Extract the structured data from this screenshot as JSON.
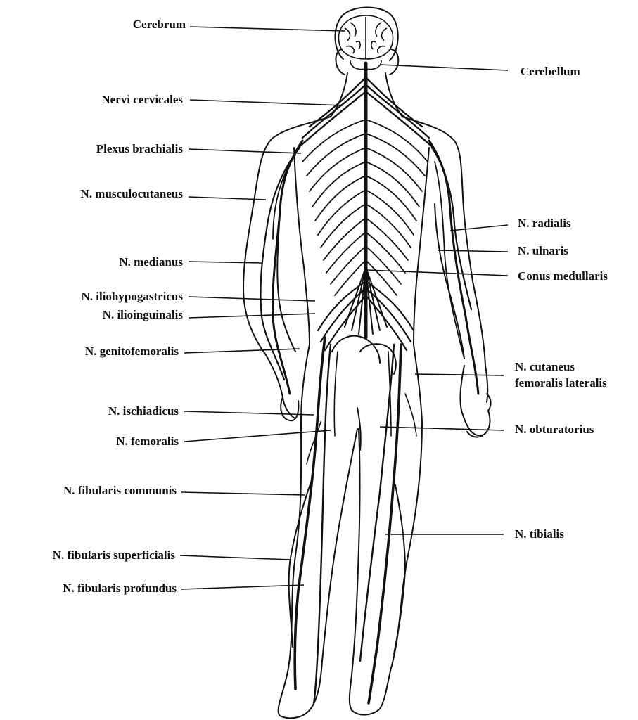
{
  "labels": {
    "cerebrum": "Cerebrum",
    "cerebellum": "Cerebellum",
    "nervi_cervicales": "Nervi cervicales",
    "plexus_brachialis": "Plexus brachialis",
    "musculocutaneus": "N. musculocutaneus",
    "radialis": "N. radialis",
    "ulnaris": "N. ulnaris",
    "medianus": "N. medianus",
    "conus_medullaris": "Conus medullaris",
    "iliohypogastricus": "N. iliohypogastricus",
    "ilioinguinalis": "N. ilioinguinalis",
    "genitofemoralis": "N. genitofemoralis",
    "cutaneus_line1": "N. cutaneus",
    "cutaneus_line2": "femoralis lateralis",
    "ischiadicus": "N. ischiadicus",
    "femoralis": "N. femoralis",
    "obturatorius": "N. obturatorius",
    "fibularis_communis": "N. fibularis communis",
    "tibialis": "N. tibialis",
    "fibularis_superficialis": "N. fibularis superficialis",
    "fibularis_profundus": "N. fibularis profundus"
  },
  "colors": {
    "ink": "#111111",
    "background": "#ffffff"
  }
}
